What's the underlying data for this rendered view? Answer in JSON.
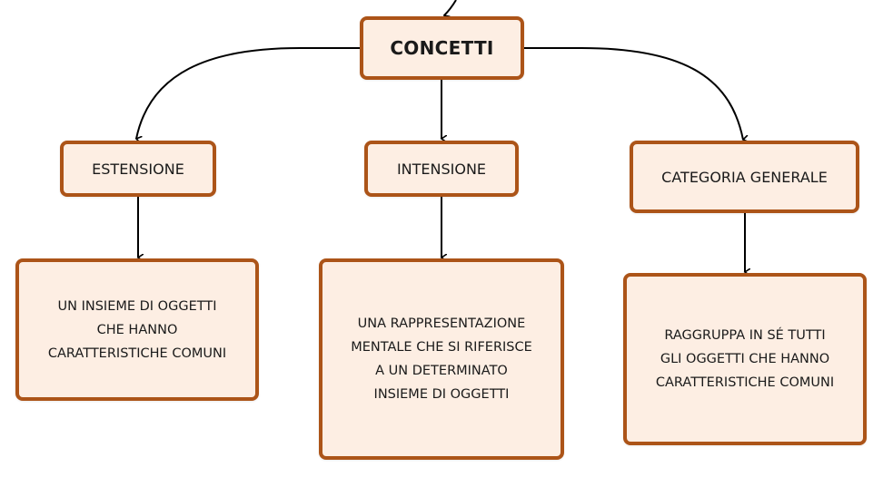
{
  "root": {
    "label": "CONCETTI"
  },
  "categories": [
    {
      "label": "ESTENSIONE",
      "description": "UN INSIEME DI OGGETTI\nCHE HANNO\nCARATTERISTICHE COMUNI"
    },
    {
      "label": "INTENSIONE",
      "description": "UNA RAPPRESENTAZIONE\nMENTALE CHE SI RIFERISCE\nA UN DETERMINATO\nINSIEME DI OGGETTI"
    },
    {
      "label": "CATEGORIA GENERALE",
      "description": "RAGGRUPPA IN SÉ TUTTI\nGLI OGGETTI CHE HANNO\nCARATTERISTICHE COMUNI"
    }
  ],
  "colors": {
    "node_fill": "#fdeee3",
    "node_border": "#ac5418",
    "connector": "#000000"
  }
}
